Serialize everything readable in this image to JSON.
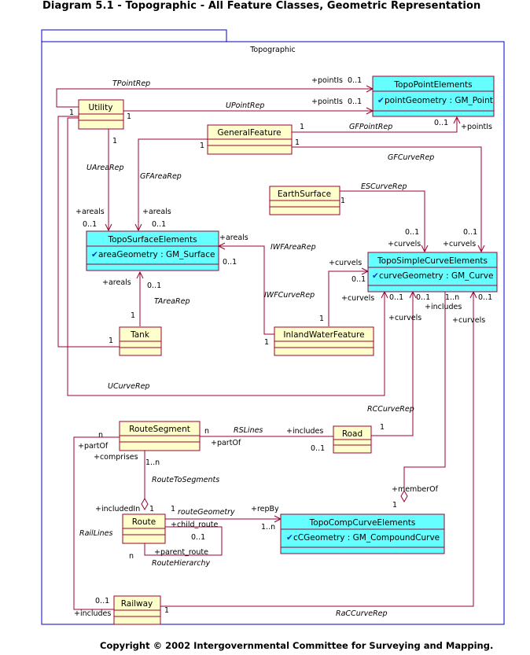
{
  "title": "Diagram 5.1 - Topographic - All Feature Classes, Geometric Representation",
  "package_name": "Topographic",
  "footer": "Copyright © 2002 Intergovernmental Committee for Surveying and Mapping.",
  "classes": {
    "topo_point": {
      "name": "TopoPointElements",
      "attr": "pointGeometry : GM_Point"
    },
    "utility": {
      "name": "Utility"
    },
    "general_feature": {
      "name": "GeneralFeature"
    },
    "earth_surface": {
      "name": "EarthSurface"
    },
    "topo_surface": {
      "name": "TopoSurfaceElements",
      "attr": "areaGeometry : GM_Surface"
    },
    "topo_simple_curve": {
      "name": "TopoSimpleCurveElements",
      "attr": "curveGeometry : GM_Curve"
    },
    "tank": {
      "name": "Tank"
    },
    "inland_water": {
      "name": "InlandWaterFeature"
    },
    "route_segment": {
      "name": "RouteSegment"
    },
    "road": {
      "name": "Road"
    },
    "route": {
      "name": "Route"
    },
    "topo_comp_curve": {
      "name": "TopoCompCurveElements",
      "attr": "cCGeometry : GM_CompoundCurve"
    },
    "railway": {
      "name": "Railway"
    }
  },
  "assoc_names": {
    "tpointrep": "TPointRep",
    "upointrep": "UPointRep",
    "gfpointrep": "GFPointRep",
    "gfcurverep": "GFCurveRep",
    "uarearep": "UAreaRep",
    "gfarearep": "GFAreaRep",
    "escurverep": "ESCurveRep",
    "iwfarearep": "IWFAreaRep",
    "iwfcurverep": "IWFCurveRep",
    "tarearep": "TAreaRep",
    "ucurverep": "UCurveRep",
    "rccurverep": "RCCurveRep",
    "rslines": "RSLines",
    "routetosegments": "RouteToSegments",
    "routegeometry": "routeGeometry",
    "raillines": "RailLines",
    "routehierarchy": "RouteHierarchy",
    "raccurverep": "RaCCurveRep"
  },
  "roles": {
    "pointis": "+pointIs",
    "areals": "+areals",
    "curvels": "+curvels",
    "curvels_alt": "+curvels",
    "includes": "+includes",
    "partof": "+partOf",
    "comprises": "+comprises",
    "includedin": "+includedIn",
    "repby": "+repBy",
    "memberof": "+memberOf",
    "child_route": "+child_route",
    "parent_route": "+parent_route"
  },
  "mult": {
    "zero_one": "0..1",
    "one": "1",
    "one_n": "1..n",
    "n": "n"
  }
}
